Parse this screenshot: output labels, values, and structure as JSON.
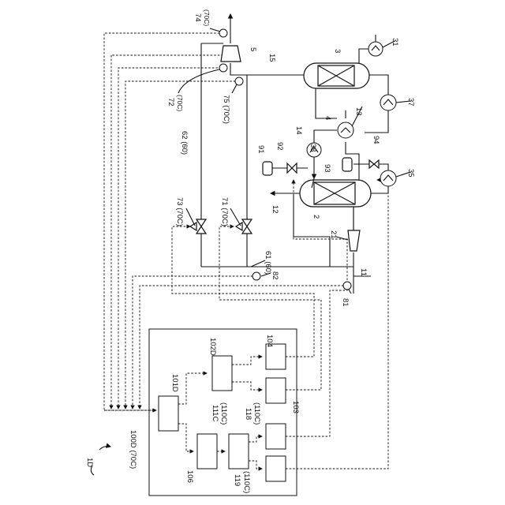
{
  "figure": {
    "figure_label": "1D",
    "controller_label": "100D (70C)"
  },
  "blocks": [
    {
      "label": "101D"
    },
    {
      "label": "102D"
    },
    {
      "label": "103"
    },
    {
      "label": "104"
    },
    {
      "label": "106"
    },
    {
      "label": "111C"
    },
    {
      "label": "(110C)"
    },
    {
      "label": "118"
    },
    {
      "label": "(110C)"
    },
    {
      "label": "119"
    },
    {
      "label": "(110C)"
    }
  ],
  "equipment": [
    {
      "label": "2"
    },
    {
      "label": "3"
    },
    {
      "label": "4"
    },
    {
      "label": "5"
    },
    {
      "label": "11"
    },
    {
      "label": "12"
    },
    {
      "label": "13"
    },
    {
      "label": "14"
    },
    {
      "label": "15"
    },
    {
      "label": "21"
    },
    {
      "label": "31"
    },
    {
      "label": "35"
    },
    {
      "label": "37"
    },
    {
      "label": "38"
    },
    {
      "label": "91"
    },
    {
      "label": "92"
    },
    {
      "label": "93"
    },
    {
      "label": "94"
    }
  ],
  "sensors_valves": [
    {
      "label": "74"
    },
    {
      "label": "(70C)"
    },
    {
      "label": "72"
    },
    {
      "label": "(70C)"
    },
    {
      "label": "75 (70C)"
    },
    {
      "label": "62 (60)"
    },
    {
      "label": "73 (70C)"
    },
    {
      "label": "71 (70C)"
    },
    {
      "label": "61 (60)"
    },
    {
      "label": "82"
    },
    {
      "label": "81"
    }
  ]
}
